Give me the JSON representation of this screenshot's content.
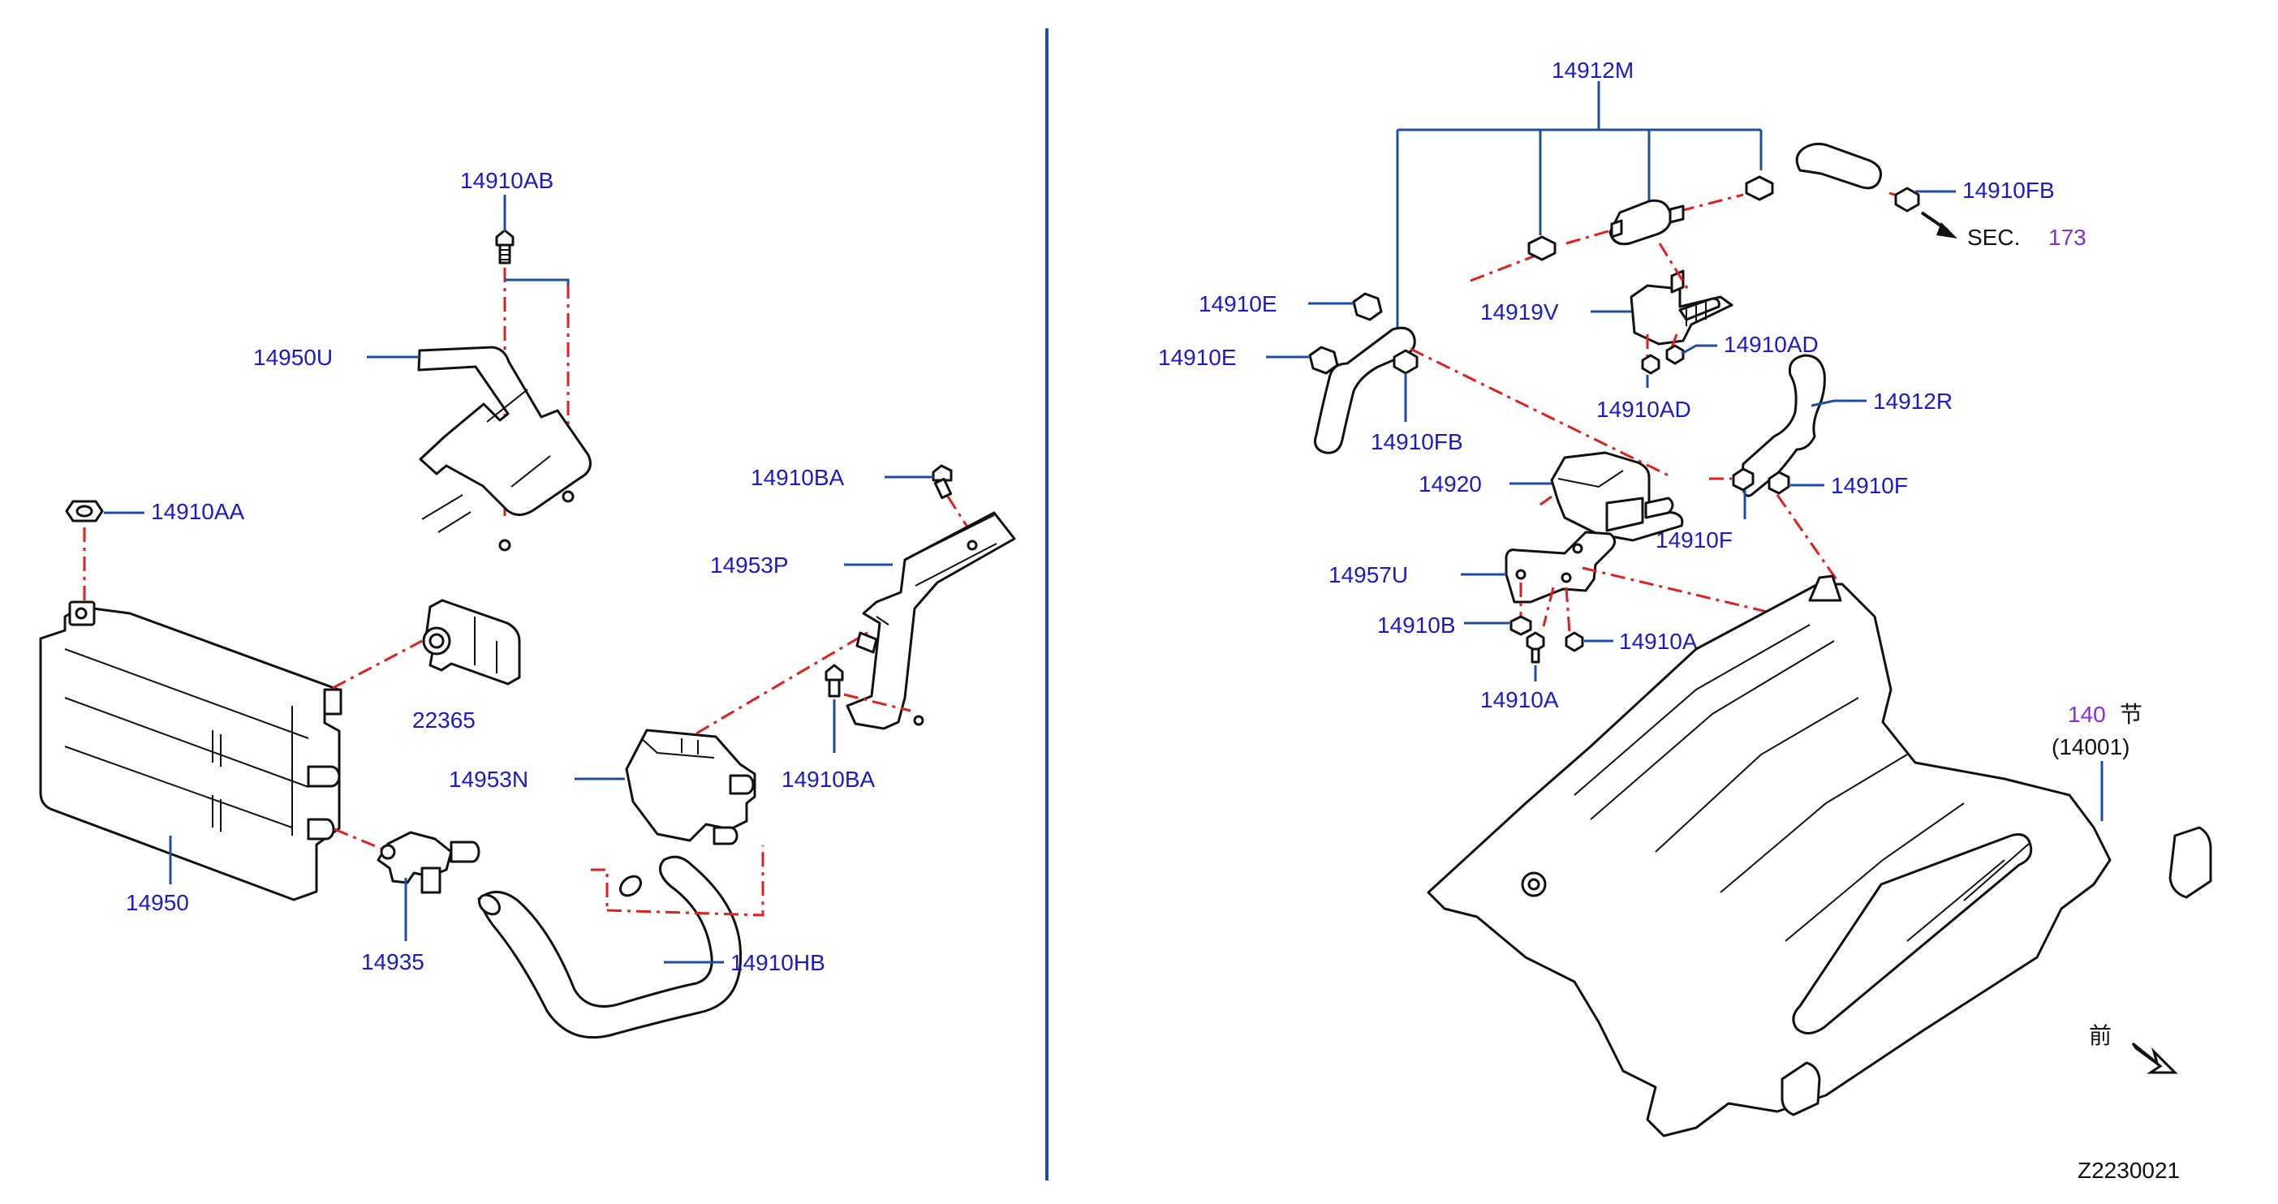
{
  "diagram_code": "Z2230021",
  "section_ref": {
    "prefix": "SEC.",
    "number": "173"
  },
  "group_ref": {
    "number": "140",
    "glyph": "节",
    "sub": "(14001)"
  },
  "front_glyph": "前",
  "colors": {
    "label": "#1a1acc",
    "leader": "#1f4ea0",
    "dash": "#e01f1f",
    "violet": "#8a2be2"
  },
  "left_labels": {
    "p14910AB": "14910AB",
    "p14950U": "14950U",
    "p14910AA": "14910AA",
    "p14910BA_top": "14910BA",
    "p14953P": "14953P",
    "p22365": "22365",
    "p14953N": "14953N",
    "p14910BA_mid": "14910BA",
    "p14950": "14950",
    "p14935": "14935",
    "p14910HB": "14910HB"
  },
  "right_labels": {
    "p14912M": "14912M",
    "p14910FB_top": "14910FB",
    "p14910E_a": "14910E",
    "p14919V": "14919V",
    "p14910AD_a": "14910AD",
    "p14910E_b": "14910E",
    "p14910AD_b": "14910AD",
    "p14912R": "14912R",
    "p14910FB_mid": "14910FB",
    "p14920": "14920",
    "p14910F_a": "14910F",
    "p14910F_b": "14910F",
    "p14957U": "14957U",
    "p14910B": "14910B",
    "p14910A_a": "14910A",
    "p14910A_b": "14910A"
  }
}
